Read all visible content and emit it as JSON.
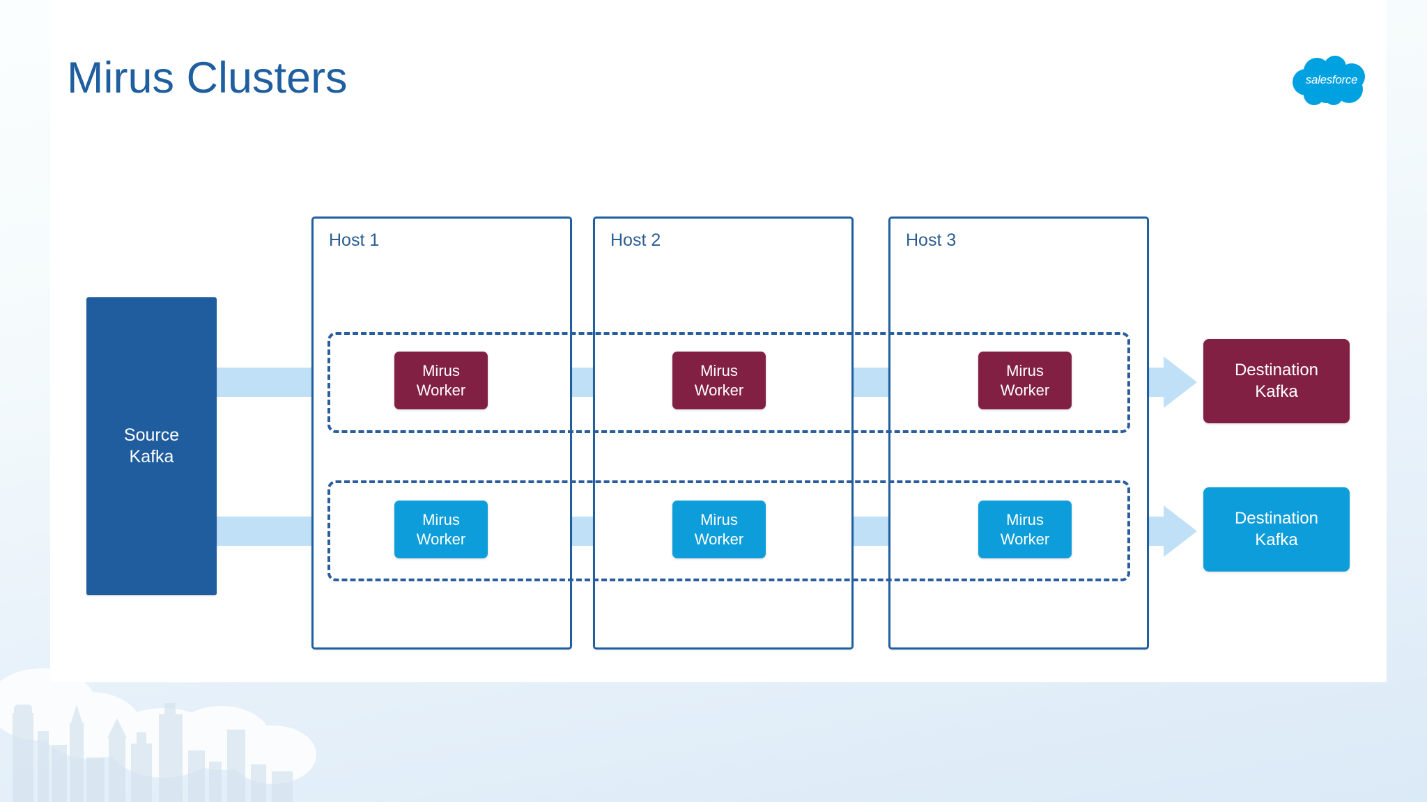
{
  "slide": {
    "title": "Mirus Clusters",
    "title_color": "#1f5fa0",
    "background_color": "#ffffff"
  },
  "brand": {
    "logo_name": "salesforce-cloud-logo",
    "wordmark": "salesforce",
    "logo_color": "#00a1e0"
  },
  "diagram": {
    "type": "architecture",
    "source": {
      "label_line1": "Source",
      "label_line2": "Kafka",
      "color": "#205d9e"
    },
    "hosts": [
      {
        "label": "Host 1"
      },
      {
        "label": "Host 2"
      },
      {
        "label": "Host 3"
      }
    ],
    "pipelines": [
      {
        "name": "top-pipeline",
        "worker_color": "#822044",
        "workers": [
          {
            "line1": "Mirus",
            "line2": "Worker"
          },
          {
            "line1": "Mirus",
            "line2": "Worker"
          },
          {
            "line1": "Mirus",
            "line2": "Worker"
          }
        ],
        "destination": {
          "label_line1": "Destination",
          "label_line2": "Kafka",
          "color": "#822044"
        }
      },
      {
        "name": "bottom-pipeline",
        "worker_color": "#0d9dda",
        "workers": [
          {
            "line1": "Mirus",
            "line2": "Worker"
          },
          {
            "line1": "Mirus",
            "line2": "Worker"
          },
          {
            "line1": "Mirus",
            "line2": "Worker"
          }
        ],
        "destination": {
          "label_line1": "Destination",
          "label_line2": "Kafka",
          "color": "#0d9dda"
        }
      }
    ],
    "flow_arrow_color": "#bfe0f7",
    "pipeline_border_color": "#2a5d9e",
    "host_border_color": "#1f5fa0"
  }
}
